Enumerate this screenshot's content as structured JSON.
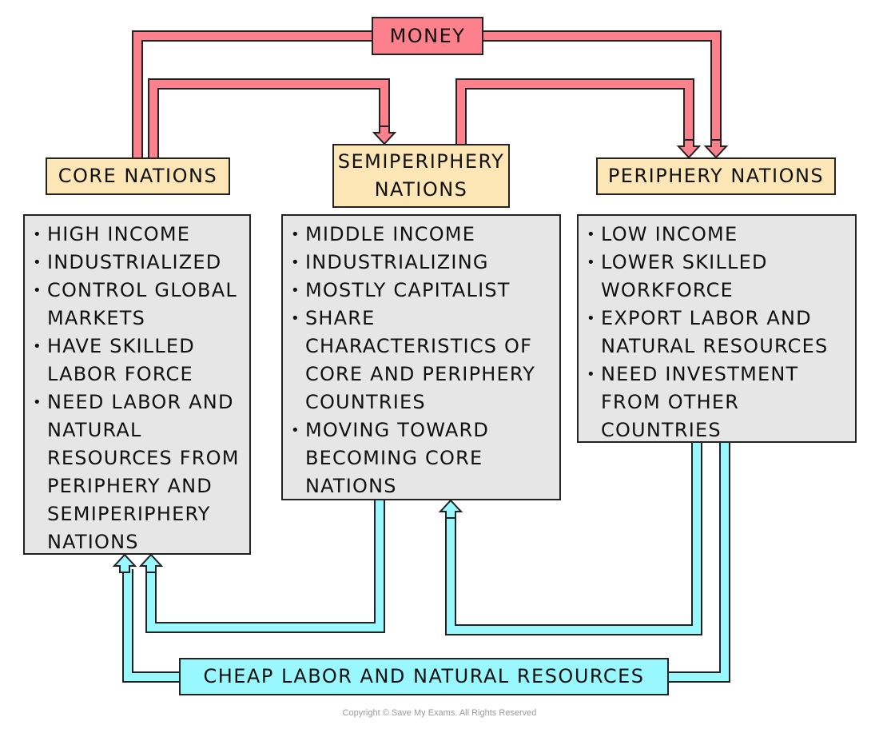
{
  "colors": {
    "money": "#fd818c",
    "nation_label": "#fde6b6",
    "info_box": "#e6e6e6",
    "resources": "#99f8fd"
  },
  "money": "MONEY",
  "core": {
    "title": "CORE NATIONS",
    "items": [
      "HIGH INCOME",
      "INDUSTRIALIZED",
      "CONTROL GLOBAL MARKETS",
      "HAVE SKILLED LABOR FORCE",
      "NEED LABOR AND NATURAL RESOURCES FROM PERIPHERY AND SEMIPERIPHERY NATIONS"
    ]
  },
  "semi": {
    "title": "SEMIPERIPHERY NATIONS",
    "items": [
      "MIDDLE INCOME",
      "INDUSTRIALIZING",
      "MOSTLY CAPITALIST",
      "SHARE CHARACTERISTICS OF CORE AND PERIPHERY COUNTRIES",
      "MOVING TOWARD BECOMING CORE NATIONS"
    ]
  },
  "periphery": {
    "title": "PERIPHERY NATIONS",
    "items": [
      "LOW INCOME",
      "LOWER SKILLED WORKFORCE",
      "EXPORT LABOR AND NATURAL RESOURCES",
      "NEED INVESTMENT FROM OTHER COUNTRIES"
    ]
  },
  "resources": "CHEAP LABOR AND NATURAL RESOURCES",
  "copyright": "Copyright © Save My Exams. All Rights Reserved"
}
